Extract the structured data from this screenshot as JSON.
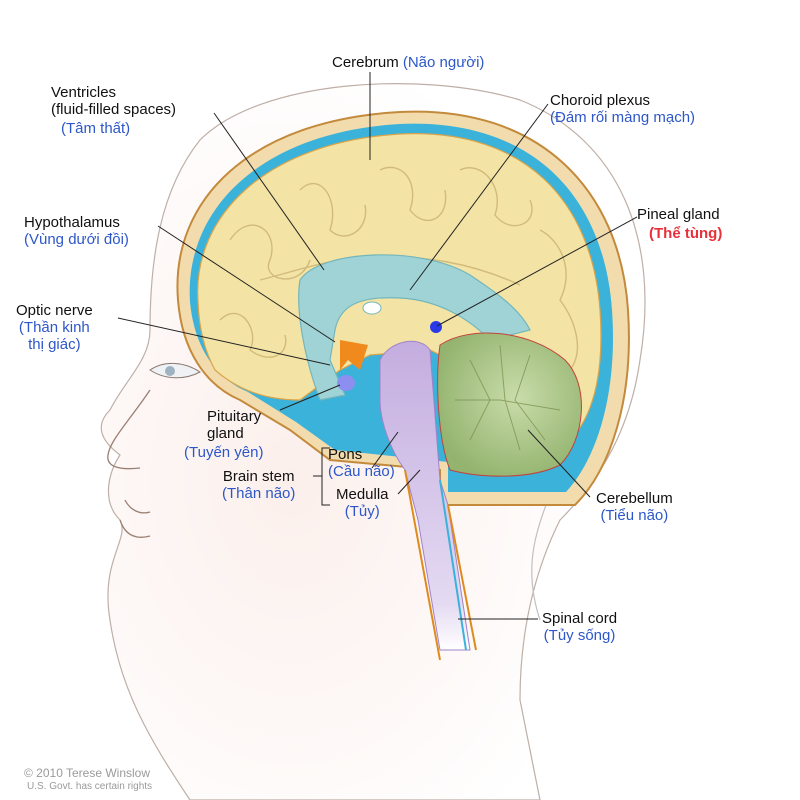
{
  "title": "Brain anatomy – sagittal section",
  "labels": {
    "cerebrum": {
      "en": "Cerebrum",
      "vi": "(Não người)"
    },
    "ventricles": {
      "en1": "Ventricles",
      "en2": "(fluid-filled spaces)",
      "vi": "(Tâm thất)"
    },
    "choroid_plexus": {
      "en": "Choroid plexus",
      "vi": "(Đám rối màng mạch)"
    },
    "hypothalamus": {
      "en": "Hypothalamus",
      "vi": "(Vùng dưới đồi)"
    },
    "pineal_gland": {
      "en": "Pineal gland",
      "vi": "(Thể tùng)"
    },
    "optic_nerve": {
      "en": "Optic nerve",
      "vi1": "(Thần kinh",
      "vi2": "thị giác)"
    },
    "pituitary_gland": {
      "en1": "Pituitary",
      "en2": "gland",
      "vi": "(Tuyến yên)"
    },
    "brain_stem": {
      "en": "Brain stem",
      "vi": "(Thân não)"
    },
    "pons": {
      "en": "Pons",
      "vi": "(Cầu não)"
    },
    "medulla": {
      "en": "Medulla",
      "vi": "(Tủy)"
    },
    "cerebellum": {
      "en": "Cerebellum",
      "vi": "(Tiểu não)"
    },
    "spinal_cord": {
      "en": "Spinal cord",
      "vi": "(Tủy sống)"
    }
  },
  "credit": {
    "line1": "© 2010 Terese Winslow",
    "line2": "U.S. Govt. has certain rights"
  },
  "colors": {
    "english_text": "#111111",
    "vietnamese_text": "#2d57c9",
    "highlight_text": "#e8303a",
    "cerebrum": "#f3e3a4",
    "ventricles": "#9fd3d6",
    "csf": "#3bb2d9",
    "brainstem": "#b596d8",
    "cerebellum": "#a9c48a",
    "hypothalamus": "#f08a1c",
    "pituitary": "#8c8ef0",
    "pineal": "#2a39e8"
  }
}
